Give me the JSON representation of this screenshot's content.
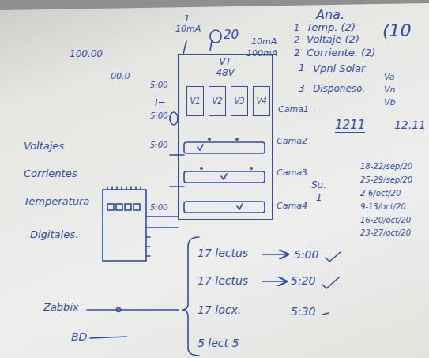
{
  "diagram": {
    "nodes": [
      {
        "text": [
          "VT",
          "48V"
        ]
      },
      {
        "text": [
          "V1"
        ],
        "in": 0
      },
      {
        "text": [
          "V2"
        ],
        "in": 0
      },
      {
        "text": [
          "V3"
        ],
        "in": 0
      },
      {
        "text": [
          "V4"
        ],
        "in": 0
      }
    ],
    "labels": [
      "1",
      "10mA",
      "100.00",
      "20",
      "10mA",
      "100mA",
      "00.0",
      "Ana.",
      "1",
      "Temp. (2)",
      "2",
      "Voltaje (2)",
      "2",
      "Corriente. (2)",
      "(10",
      "1",
      "Vpnl Solar",
      "3",
      "Disponeso.",
      "Va",
      "Vn",
      "Vb",
      "1211",
      "12.11",
      "Su.",
      "1",
      "18-22/sep/20",
      "25-29/sep/20",
      "2-6/oct/20",
      "9-13/oct/20",
      "16-20/oct/20",
      "23-27/oct/20",
      "Voltajes",
      "Corrientes",
      "Temperatura",
      "Digitales.",
      "I=",
      "5:00",
      "5:00",
      "5:00",
      "5:00",
      "Cama1",
      "Cama2",
      "Cama3",
      "Cama4",
      "17 lectus",
      "5:00",
      "17 lectus",
      "5:20",
      "17 locx.",
      "5:30",
      "5 lect 5",
      "Zabbix",
      "BD"
    ]
  }
}
